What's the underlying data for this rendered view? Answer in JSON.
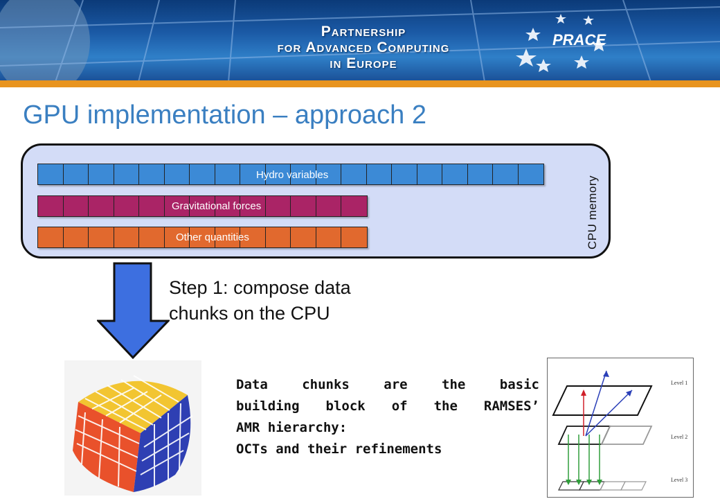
{
  "banner": {
    "line1": "Partnership",
    "line2": "for Advanced Computing",
    "line3": "in Europe",
    "logo_text": "PRACE"
  },
  "title": "GPU implementation – approach 2",
  "memory": {
    "label": "CPU memory",
    "rows": [
      {
        "label": "Hydro variables",
        "cells": 20,
        "color": "#3c8ad6"
      },
      {
        "label": "Gravitational forces",
        "cells": 13,
        "color": "#aa2466"
      },
      {
        "label": "Other quantities",
        "cells": 13,
        "color": "#e1692e"
      }
    ]
  },
  "step": {
    "line1": "Step 1: compose data",
    "line2": "chunks on the CPU"
  },
  "description": {
    "line1": "Data chunks are the basic",
    "line2": "building block of the RAMSES’",
    "line3": "AMR hierarchy:",
    "line4": "OCTs and their refinements"
  },
  "levels": {
    "level1": "Level 1",
    "level2": "Level 2",
    "level3": "Level 3"
  }
}
